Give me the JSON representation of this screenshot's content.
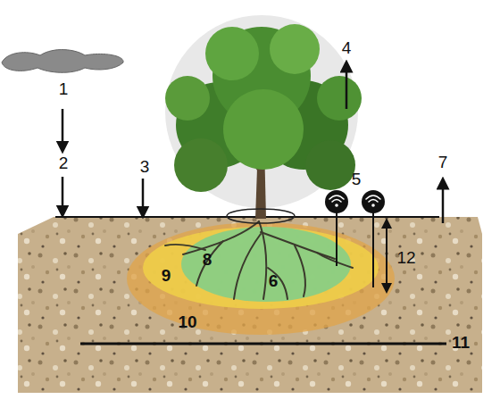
{
  "diagram": {
    "labels": [
      "1",
      "4",
      "2",
      "3",
      "7",
      "5",
      "12",
      "8",
      "9",
      "6",
      "10",
      "11"
    ]
  }
}
